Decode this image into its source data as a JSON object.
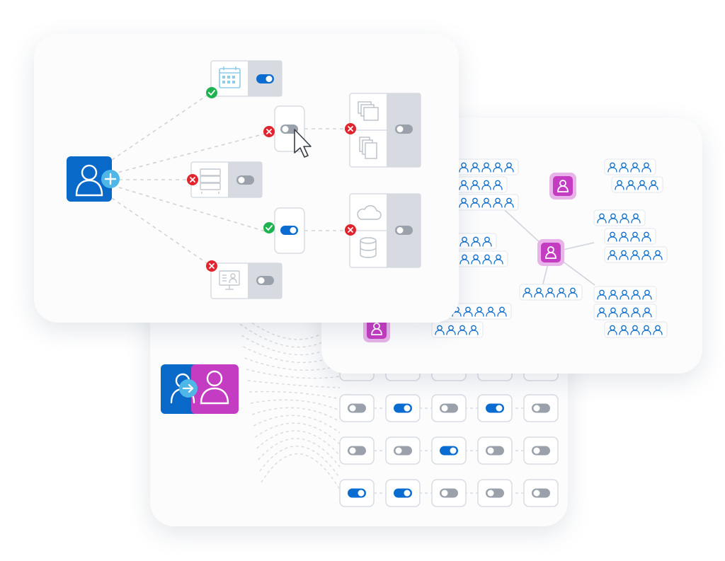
{
  "colors": {
    "primary_blue": "#0869c9",
    "accent_light_blue": "#4fb6e8",
    "magenta": "#c43cc2",
    "magenta_light": "#e8b3e8",
    "toggle_on": "#0a6cd0",
    "toggle_off": "#9aa1ab",
    "panel_grey": "#d7dbe1",
    "tile_border": "#d8dde4",
    "success_green": "#1eb350",
    "error_red": "#e1242d",
    "connector": "#cfd3d8"
  },
  "icons": {
    "new_user": "user-plus-icon",
    "transfer_user": "user-transfer-icon",
    "calendar": "calendar-icon",
    "server": "server-icon",
    "monitor": "monitor-user-icon",
    "documents": "documents-icon",
    "cloud": "cloud-icon",
    "database": "database-icon",
    "cursor": "cursor-icon",
    "user_group": "user-group-icon"
  },
  "provisioning": {
    "apps": [
      {
        "name": "calendar-app",
        "status": "success",
        "enabled": true
      },
      {
        "name": "document-storage-switch",
        "status": "error",
        "enabled": false
      },
      {
        "name": "server-app",
        "status": "error",
        "enabled": false
      },
      {
        "name": "cloud-storage-switch",
        "status": "success",
        "enabled": true
      },
      {
        "name": "monitor-app",
        "status": "error",
        "enabled": false
      }
    ],
    "resources": [
      {
        "name": "documents-resource",
        "status": "error",
        "enabled": false
      },
      {
        "name": "cloud-database-resource",
        "status": "error",
        "enabled": false
      }
    ]
  },
  "org_groups": {
    "group_sizes": [
      5,
      4,
      5,
      4,
      5,
      4,
      4,
      4,
      4,
      5,
      5,
      5,
      5,
      5,
      5,
      4,
      5,
      5,
      4,
      4,
      4,
      4
    ]
  },
  "access_matrix": {
    "rows": [
      [
        false,
        true,
        false,
        true,
        false
      ],
      [
        false,
        false,
        true,
        false,
        false
      ],
      [
        true,
        true,
        false,
        false,
        false
      ]
    ]
  }
}
